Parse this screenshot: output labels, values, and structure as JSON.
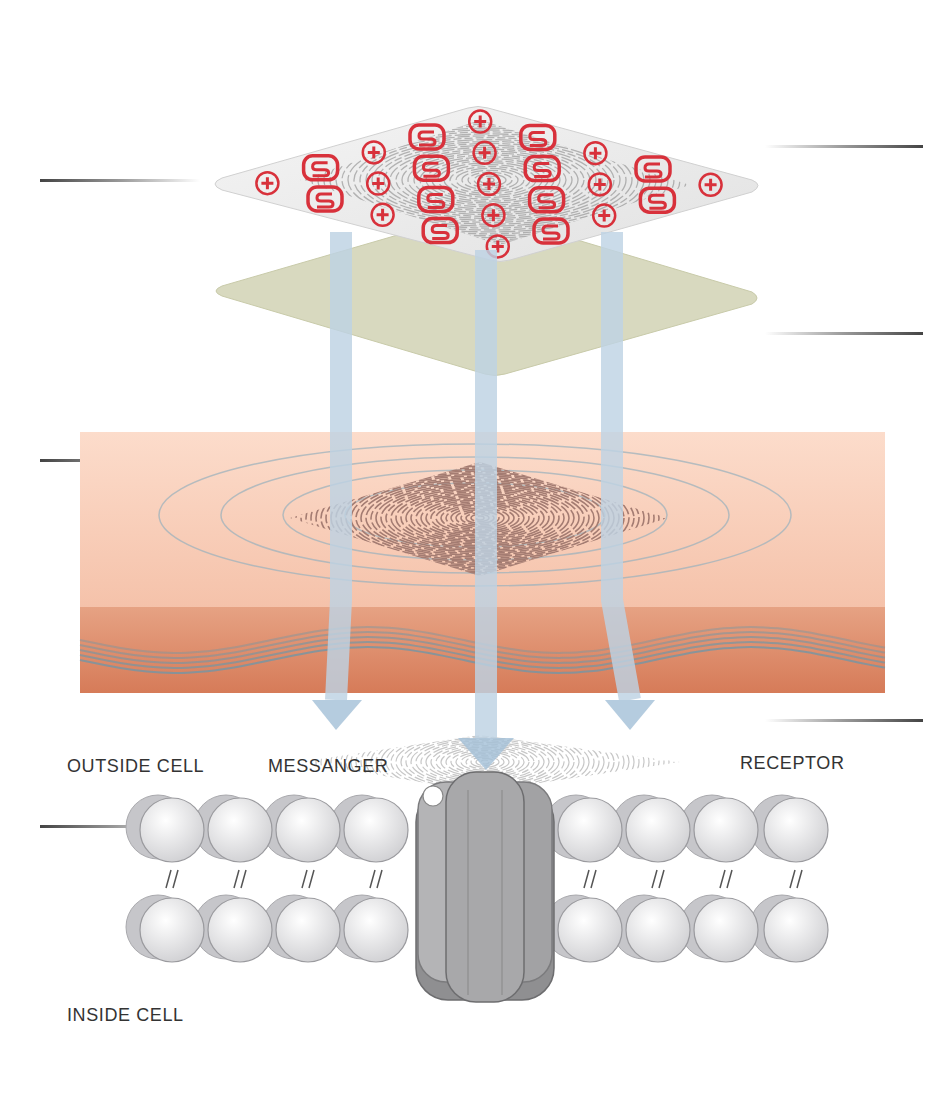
{
  "diagram": {
    "labels": [
      "OUTSIDE CELL",
      "MESSANGER",
      "RECEPTOR",
      "INSIDE CELL"
    ]
  }
}
